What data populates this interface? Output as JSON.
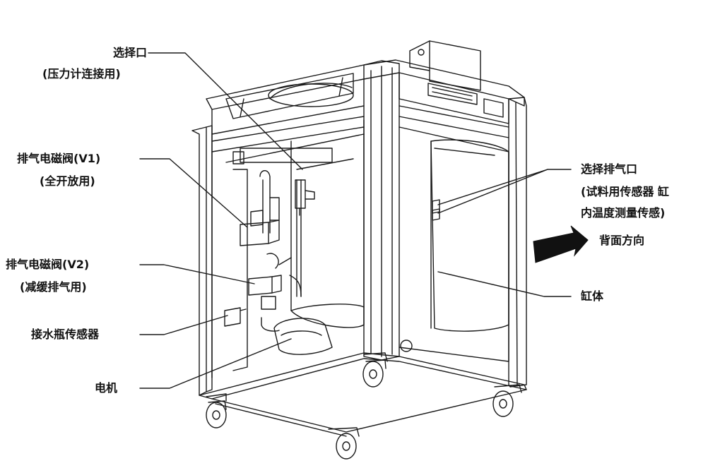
{
  "labels": {
    "select_port": {
      "line1": "选择口",
      "line2": "(压力计连接用)"
    },
    "exhaust_valve_v1": {
      "line1": "排气电磁阀(V1)",
      "line2": "(全开放用)"
    },
    "exhaust_valve_v2": {
      "line1": "排气电磁阀(V2)",
      "line2": "(减缓排气用)"
    },
    "water_bottle_sensor": {
      "line1": "接水瓶传感器"
    },
    "motor": {
      "line1": "电机"
    },
    "select_exhaust_port": {
      "line1": "选择排气口",
      "line2": "(试料用传感器 缸",
      "line3": "内温度测量传感)"
    },
    "back_direction": {
      "line1": "背面方向"
    },
    "cylinder_body": {
      "line1": "缸体"
    }
  },
  "colors": {
    "line": "#1a1a1a",
    "arrow": "#111111",
    "background": "#ffffff"
  }
}
